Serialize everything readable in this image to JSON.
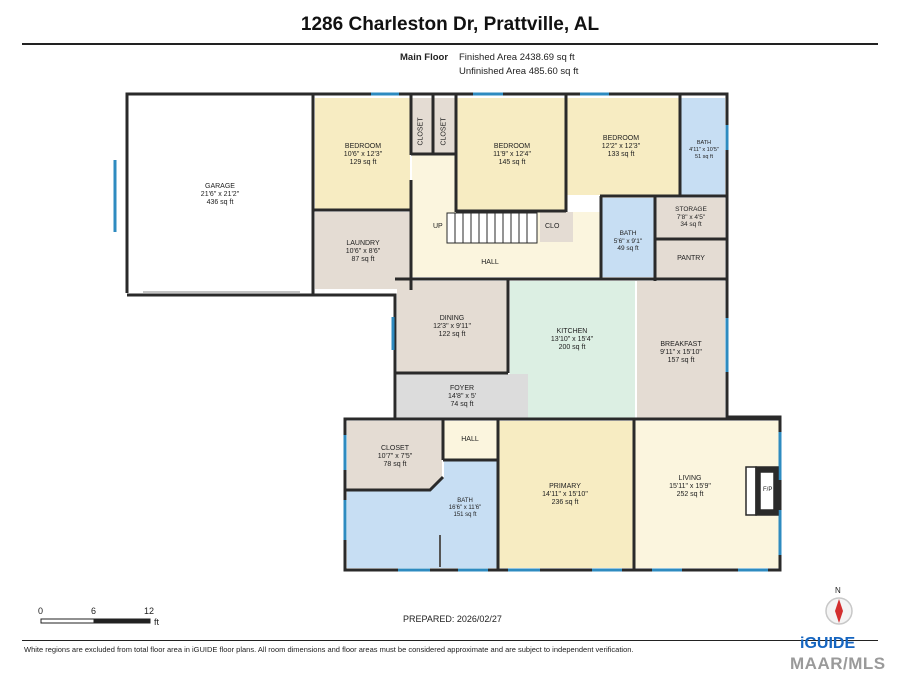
{
  "header": {
    "title": "1286 Charleston Dr, Prattville, AL",
    "floor_label": "Main Floor",
    "finished_area": "Finished Area 2438.69 sq ft",
    "unfinished_area": "Unfinished Area 485.60 sq ft"
  },
  "rooms": {
    "garage": {
      "name": "GARAGE",
      "dims": "21'6\" x 21'2\"",
      "area": "436 sq ft"
    },
    "bedroom1": {
      "name": "BEDROOM",
      "dims": "10'6\" x 12'3\"",
      "area": "129 sq ft"
    },
    "closet_a": {
      "name": "CLOSET"
    },
    "closet_b": {
      "name": "CLOSET"
    },
    "bedroom2": {
      "name": "BEDROOM",
      "dims": "11'9\" x 12'4\"",
      "area": "145 sq ft"
    },
    "bedroom3": {
      "name": "BEDROOM",
      "dims": "12'2\" x 12'3\"",
      "area": "133 sq ft"
    },
    "bath_top": {
      "name": "BATH",
      "dims": "4'11\" x 10'5\"",
      "area": "51 sq ft"
    },
    "laundry": {
      "name": "LAUNDRY",
      "dims": "10'6\" x 8'6\"",
      "area": "87 sq ft"
    },
    "up_label": "UP",
    "clo_label": "CLO",
    "bath_mid": {
      "name": "BATH",
      "dims": "5'6\" x 9'1\"",
      "area": "49 sq ft"
    },
    "storage": {
      "name": "STORAGE",
      "dims": "7'8\" x 4'5\"",
      "area": "34 sq ft"
    },
    "pantry": {
      "name": "PANTRY"
    },
    "hall_top": {
      "name": "HALL"
    },
    "dining": {
      "name": "DINING",
      "dims": "12'3\" x 9'11\"",
      "area": "122 sq ft"
    },
    "kitchen": {
      "name": "KITCHEN",
      "dims": "13'10\" x 15'4\"",
      "area": "200 sq ft"
    },
    "breakfast": {
      "name": "BREAKFAST",
      "dims": "9'11\" x 15'10\"",
      "area": "157 sq ft"
    },
    "foyer": {
      "name": "FOYER",
      "dims": "14'8\" x 5'",
      "area": "74 sq ft"
    },
    "closet_main": {
      "name": "CLOSET",
      "dims": "10'7\" x 7'5\"",
      "area": "78 sq ft"
    },
    "hall_low": {
      "name": "HALL"
    },
    "bath_main": {
      "name": "BATH",
      "dims": "16'6\" x 11'6\"",
      "area": "151 sq ft"
    },
    "primary": {
      "name": "PRIMARY",
      "dims": "14'11\" x 15'10\"",
      "area": "236 sq ft"
    },
    "living": {
      "name": "LIVING",
      "dims": "15'11\" x 15'9\"",
      "area": "252 sq ft"
    },
    "fireplace": "F/P"
  },
  "scale": {
    "ticks": [
      "0",
      "6",
      "12"
    ],
    "unit": "ft"
  },
  "compass": {
    "label": "N"
  },
  "footer": {
    "prepared": "PREPARED: 2026/02/27",
    "disclaimer": "White regions are excluded from total floor area in iGUIDE floor plans. All room dimensions and floor areas must be considered approximate and are subject to independent verification.",
    "brand": "iGUIDE",
    "watermark": "MAAR/MLS"
  },
  "colors": {
    "bedroom": "#f7ecc2",
    "bath": "#c7def3",
    "utility": "#e4dcd3",
    "hall": "#fbf5de",
    "kitchen": "#dcefe3",
    "foyer": "#dcdcdc",
    "window": "#2e8bc0",
    "wall": "#2a2a2a"
  }
}
